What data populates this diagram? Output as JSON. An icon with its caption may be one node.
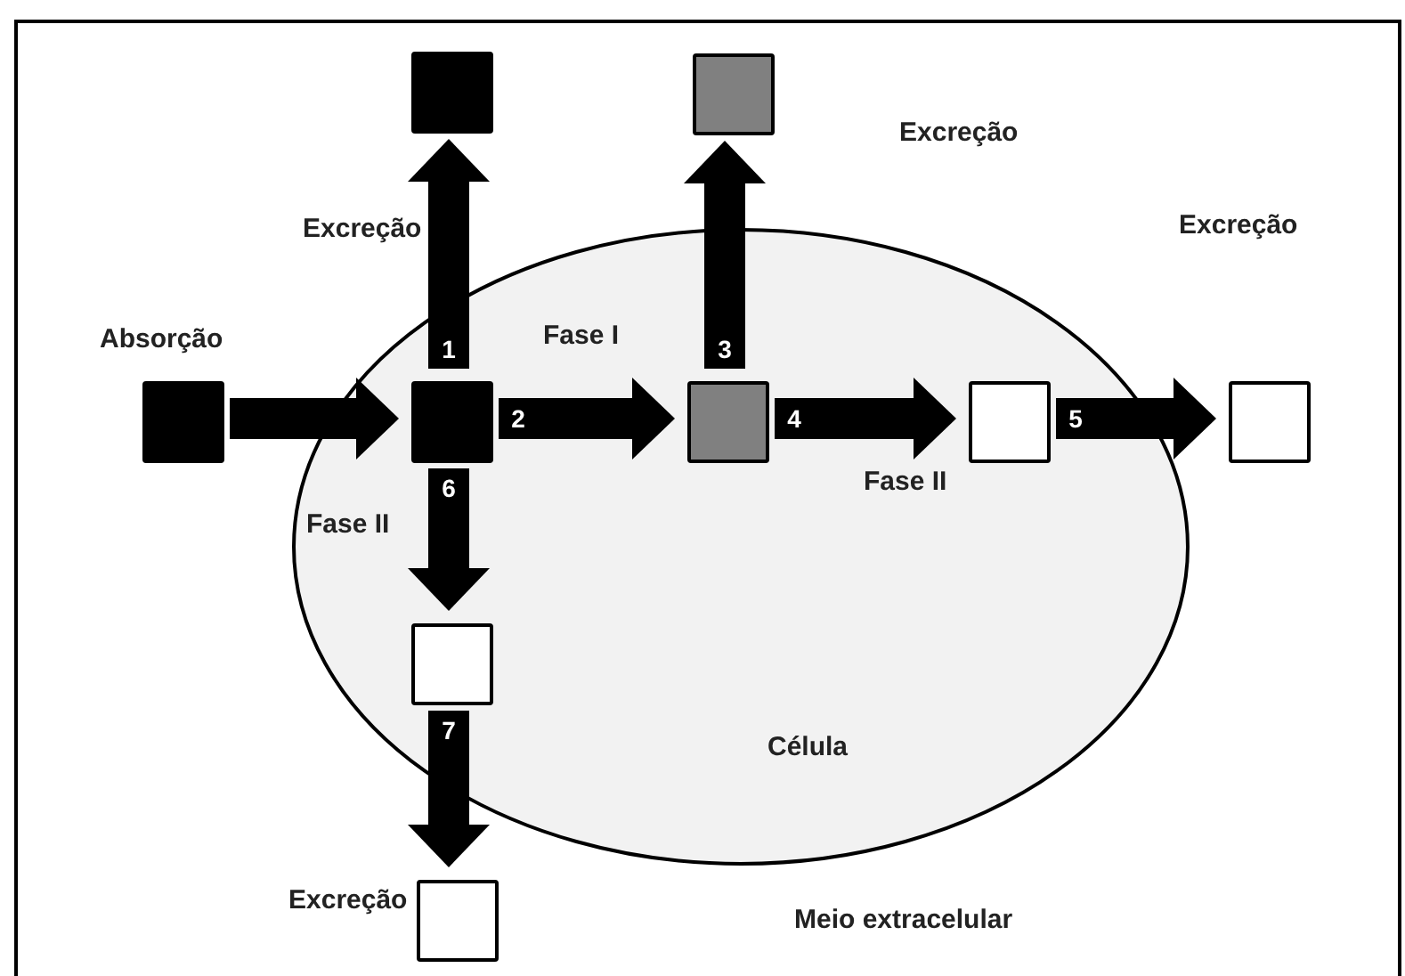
{
  "diagram": {
    "nodes": [
      {
        "text": [
          "Meio extracelular"
        ]
      },
      {
        "text": [
          "Célula"
        ],
        "in": 0
      },
      {
        "text": [],
        "shape": "box",
        "in": 0,
        "beside": [
          "Absorção"
        ]
      },
      {
        "text": [],
        "shape": "box",
        "in": 0
      },
      {
        "text": [],
        "shape": "box",
        "in": 0
      },
      {
        "text": [],
        "shape": "box",
        "in": 1
      },
      {
        "text": [],
        "shape": "box",
        "in": 1
      },
      {
        "text": [],
        "shape": "box",
        "in": 1
      },
      {
        "text": [],
        "shape": "box",
        "in": 0
      },
      {
        "text": [],
        "shape": "box",
        "in": 1
      },
      {
        "text": [],
        "shape": "box",
        "in": 0
      }
    ],
    "edges": [
      {
        "from": 2,
        "to": 5,
        "arrow": "to"
      },
      {
        "from": 5,
        "to": 3,
        "arrow": "to",
        "label": "1"
      },
      {
        "from": 5,
        "to": 6,
        "arrow": "to",
        "label": "2"
      },
      {
        "from": 6,
        "to": 4,
        "arrow": "to",
        "label": "3"
      },
      {
        "from": 6,
        "to": 7,
        "arrow": "to",
        "label": "4"
      },
      {
        "from": 7,
        "to": 8,
        "arrow": "to",
        "label": "5"
      },
      {
        "from": 5,
        "to": 9,
        "arrow": "to",
        "label": "6"
      },
      {
        "from": 9,
        "to": 10,
        "arrow": "to",
        "label": "7"
      }
    ],
    "labels": [
      "Excreção",
      "Excreção",
      "Fase I",
      "Excreção",
      "Fase II",
      "Fase II",
      "Excreção"
    ]
  }
}
